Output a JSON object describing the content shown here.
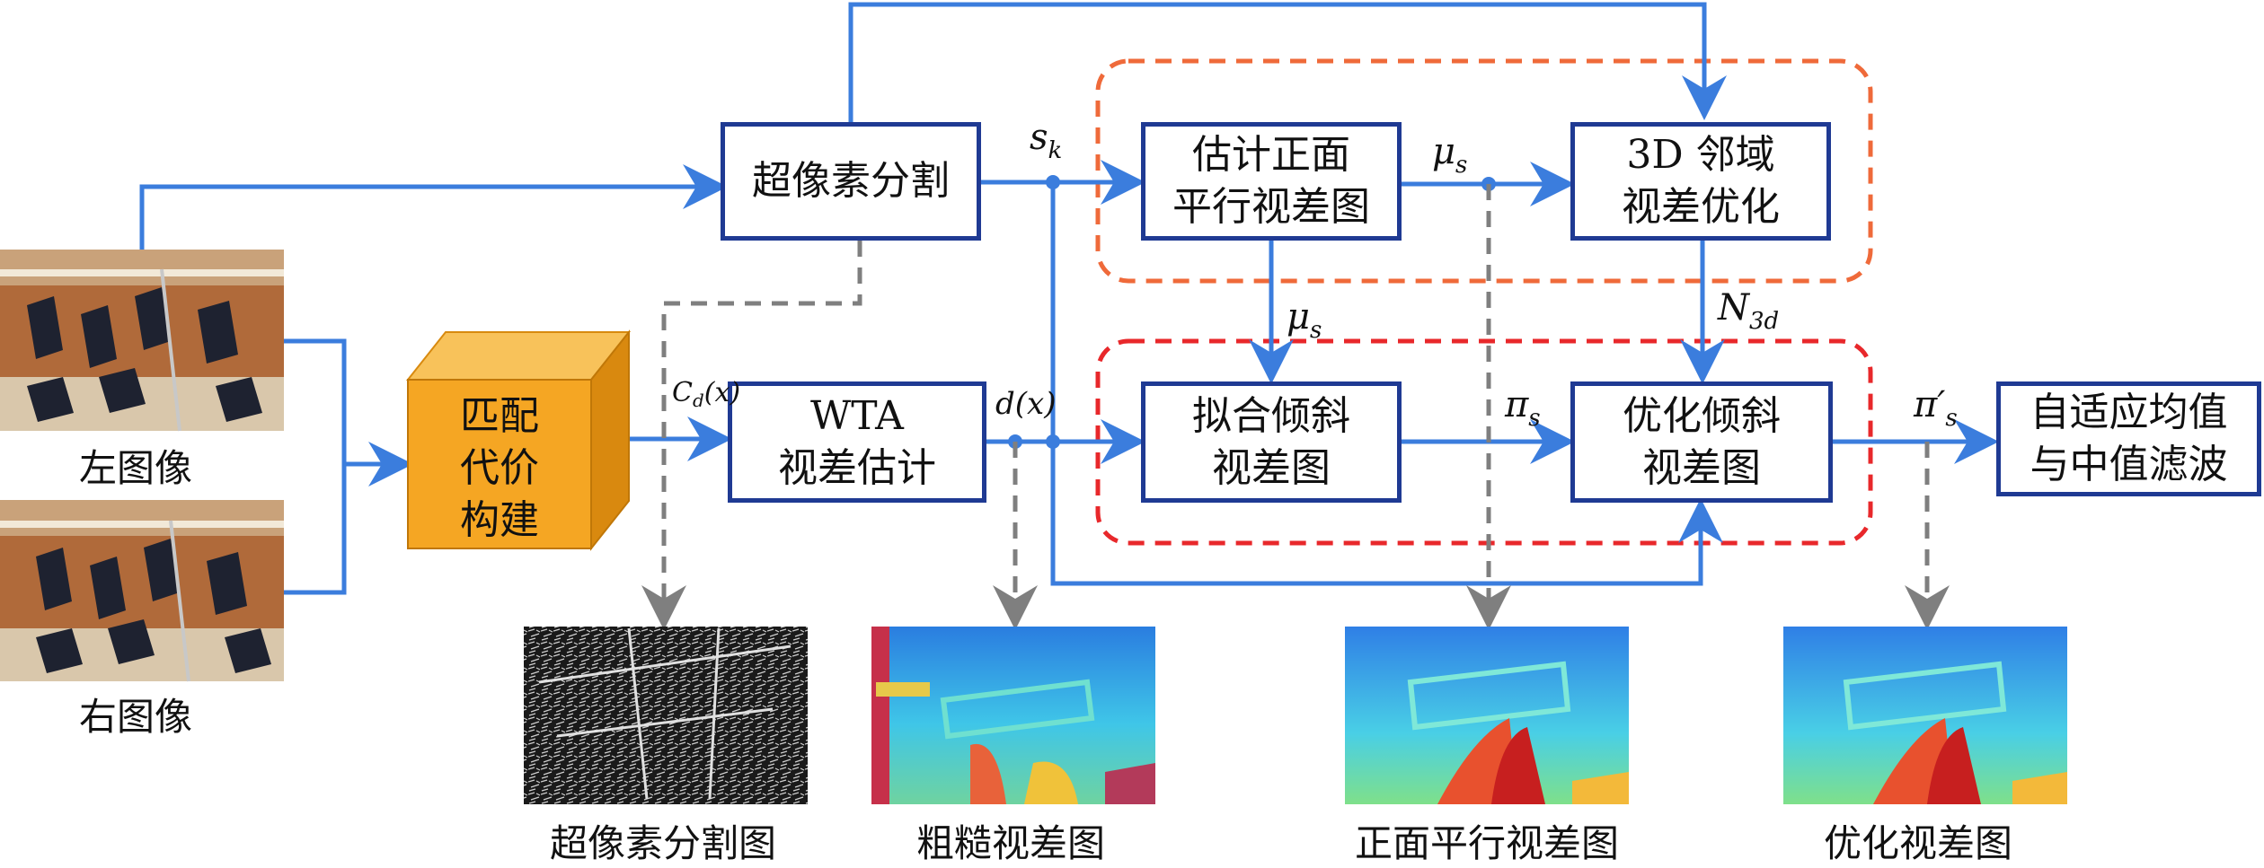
{
  "inputs": {
    "left_label": "左图像",
    "right_label": "右图像"
  },
  "boxes": {
    "cost": "匹配\n代价\n构建",
    "superpixel": "超像素分割",
    "wta": "WTA\n视差估计",
    "est_fronto": "估计正面\n平行视差图",
    "opt3d": "3D 邻域\n视差优化",
    "fit_slant": "拟合倾斜\n视差图",
    "opt_slant": "优化倾斜\n视差图",
    "filter": "自适应均值\n与中值滤波"
  },
  "symbols": {
    "s_k": {
      "base": "s",
      "sub": "k"
    },
    "mu_s_top": {
      "base": "μ",
      "sub": "s"
    },
    "mu_s_mid": {
      "base": "μ",
      "sub": "s"
    },
    "N_3d": {
      "base": "N",
      "sub": "3d"
    },
    "c_d": {
      "base": "C",
      "sub": "d",
      "tail": "(x)"
    },
    "d_x": {
      "base": "d(x)"
    },
    "pi_s": {
      "base": "π",
      "sub": "s"
    },
    "pi_s_prime": {
      "base": "π′",
      "sub": "s"
    }
  },
  "outputs": {
    "superpixel_map": "超像素分割图",
    "coarse_disp": "粗糙视差图",
    "fronto_disp": "正面平行视差图",
    "optimized_disp": "优化视差图"
  },
  "colors": {
    "box_border": "#1f3a93",
    "arrow_blue": "#3b7ddd",
    "arrow_gray": "#7f7f7f",
    "dash_orange": "#ef6a3a",
    "dash_red": "#e8282b",
    "cube_face": "#f5a623"
  }
}
